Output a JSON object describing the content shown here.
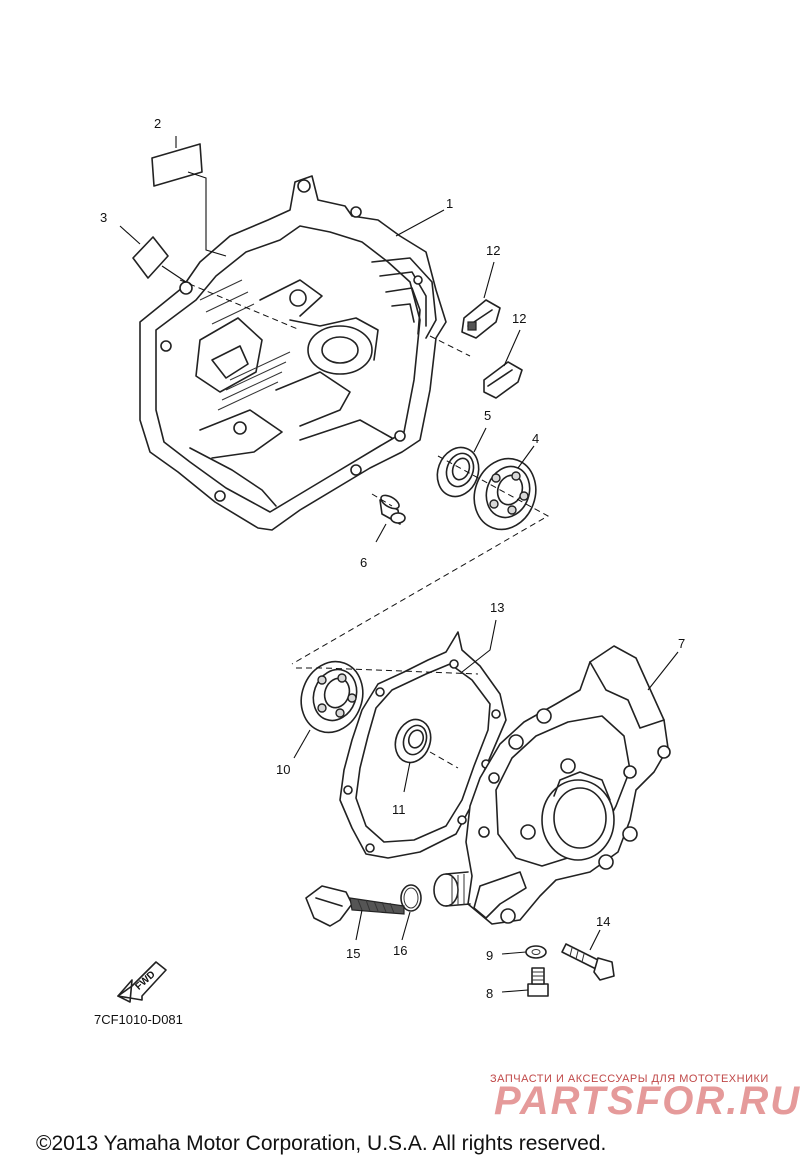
{
  "callouts": {
    "p1": "1",
    "p2": "2",
    "p3": "3",
    "p4": "4",
    "p5": "5",
    "p6": "6",
    "p7": "7",
    "p8": "8",
    "p9": "9",
    "p10": "10",
    "p11": "11",
    "p12a": "12",
    "p12b": "12",
    "p13": "13",
    "p14": "14",
    "p15": "15",
    "p16": "16"
  },
  "diagram_code": "7CF1010-D081",
  "fwd_label": "FWD",
  "watermark": {
    "tagline": "ЗАПЧАСТИ И АКСЕССУАРЫ ДЛЯ МОТОТЕХНИКИ",
    "brand": "PARTSFOR.RU"
  },
  "copyright": "©2013 Yamaha Motor Corporation, U.S.A. All rights reserved."
}
